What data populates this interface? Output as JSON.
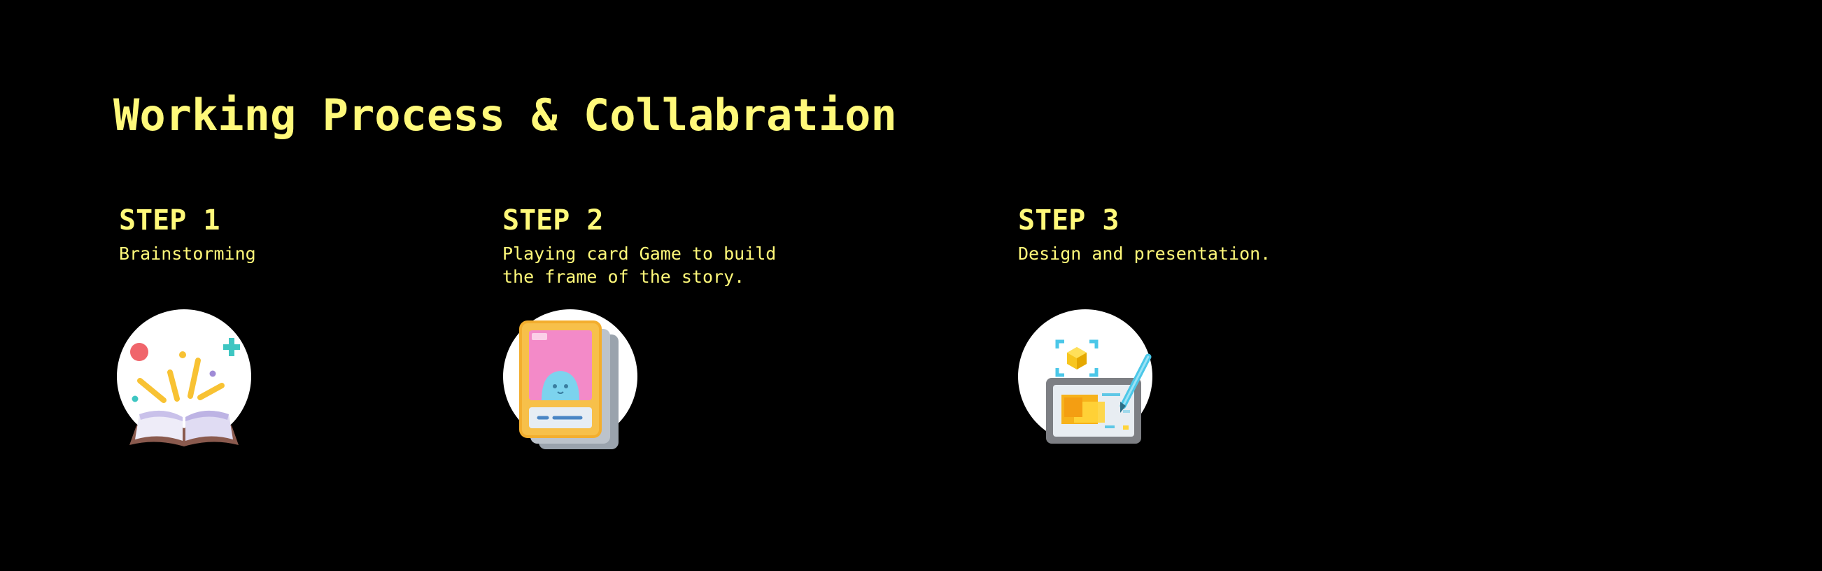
{
  "page": {
    "title": "Working Process & Collabration",
    "accent_color": "#FFF97A",
    "background_color": "#000000"
  },
  "steps": [
    {
      "label": "STEP 1",
      "description": "Brainstorming",
      "icon": "open-book-idea-icon"
    },
    {
      "label": "STEP 2",
      "description": "Playing card Game to build\nthe frame of the story.",
      "icon": "playing-cards-icon"
    },
    {
      "label": "STEP 3",
      "description": "Design and presentation.",
      "icon": "design-tablet-icon"
    }
  ]
}
